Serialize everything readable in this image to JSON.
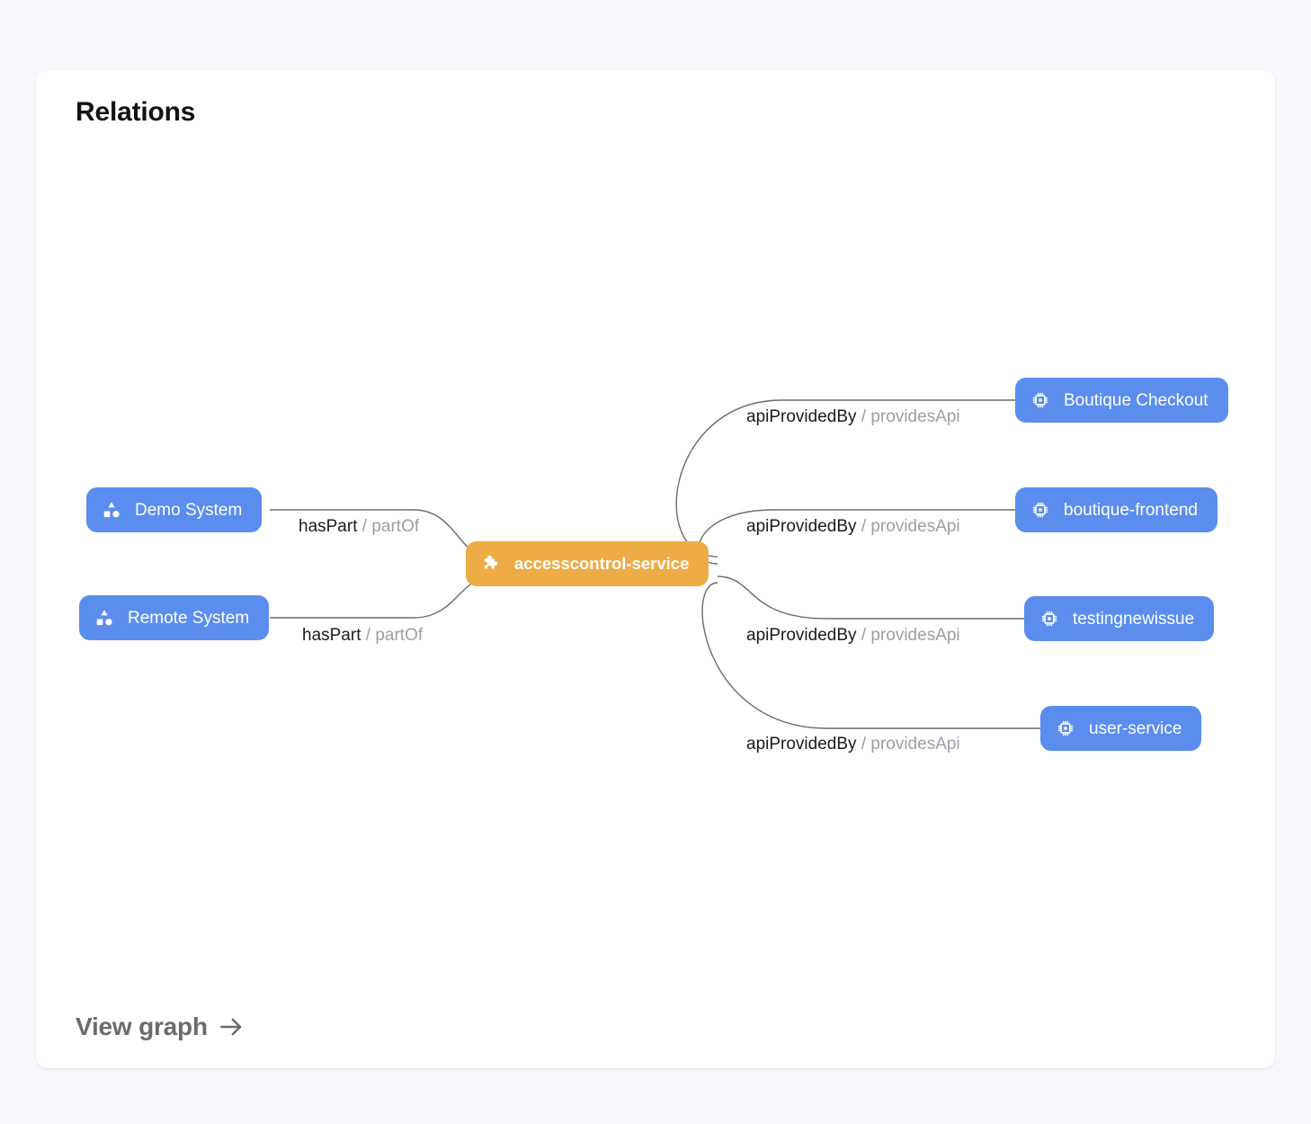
{
  "card": {
    "title": "Relations",
    "footer_link": {
      "label": "View graph",
      "icon": "arrow-right-icon"
    }
  },
  "graph": {
    "center_node": {
      "id": "accesscontrol-service",
      "label": "accesscontrol-service",
      "icon": "puzzle-piece-icon",
      "color": "#eeab46",
      "kind": "component"
    },
    "left_nodes": [
      {
        "id": "demo-system",
        "label": "Demo System",
        "icon": "shapes-icon",
        "color": "#5b8def",
        "kind": "system"
      },
      {
        "id": "remote-system",
        "label": "Remote System",
        "icon": "shapes-icon",
        "color": "#5b8def",
        "kind": "system"
      }
    ],
    "right_nodes": [
      {
        "id": "boutique-checkout",
        "label": "Boutique Checkout",
        "icon": "cpu-chip-icon",
        "color": "#5b8def",
        "kind": "api"
      },
      {
        "id": "boutique-frontend",
        "label": "boutique-frontend",
        "icon": "cpu-chip-icon",
        "color": "#5b8def",
        "kind": "api"
      },
      {
        "id": "testingnewissue",
        "label": "testingnewissue",
        "icon": "cpu-chip-icon",
        "color": "#5b8def",
        "kind": "api"
      },
      {
        "id": "user-service",
        "label": "user-service",
        "icon": "cpu-chip-icon",
        "color": "#5b8def",
        "kind": "api"
      }
    ],
    "edges": [
      {
        "id": "edge-demo-system",
        "from": "demo-system",
        "to": "accesscontrol-service",
        "forward": "hasPart",
        "separator": "/",
        "reverse": "partOf"
      },
      {
        "id": "edge-remote-system",
        "from": "remote-system",
        "to": "accesscontrol-service",
        "forward": "hasPart",
        "separator": "/",
        "reverse": "partOf"
      },
      {
        "id": "edge-boutique-checkout",
        "from": "accesscontrol-service",
        "to": "boutique-checkout",
        "forward": "apiProvidedBy",
        "separator": "/",
        "reverse": "providesApi"
      },
      {
        "id": "edge-boutique-frontend",
        "from": "accesscontrol-service",
        "to": "boutique-frontend",
        "forward": "apiProvidedBy",
        "separator": "/",
        "reverse": "providesApi"
      },
      {
        "id": "edge-testingnewissue",
        "from": "accesscontrol-service",
        "to": "testingnewissue",
        "forward": "apiProvidedBy",
        "separator": "/",
        "reverse": "providesApi"
      },
      {
        "id": "edge-user-service",
        "from": "accesscontrol-service",
        "to": "user-service",
        "forward": "apiProvidedBy",
        "separator": "/",
        "reverse": "providesApi"
      }
    ]
  },
  "colors": {
    "page_background": "#f7f9fc",
    "card_background": "#ffffff",
    "node_blue": "#5b8def",
    "node_orange": "#eeab46",
    "edge_stroke": "#6b6b6b",
    "label_primary": "#1b1b1b",
    "label_muted": "#9aa0a6"
  }
}
